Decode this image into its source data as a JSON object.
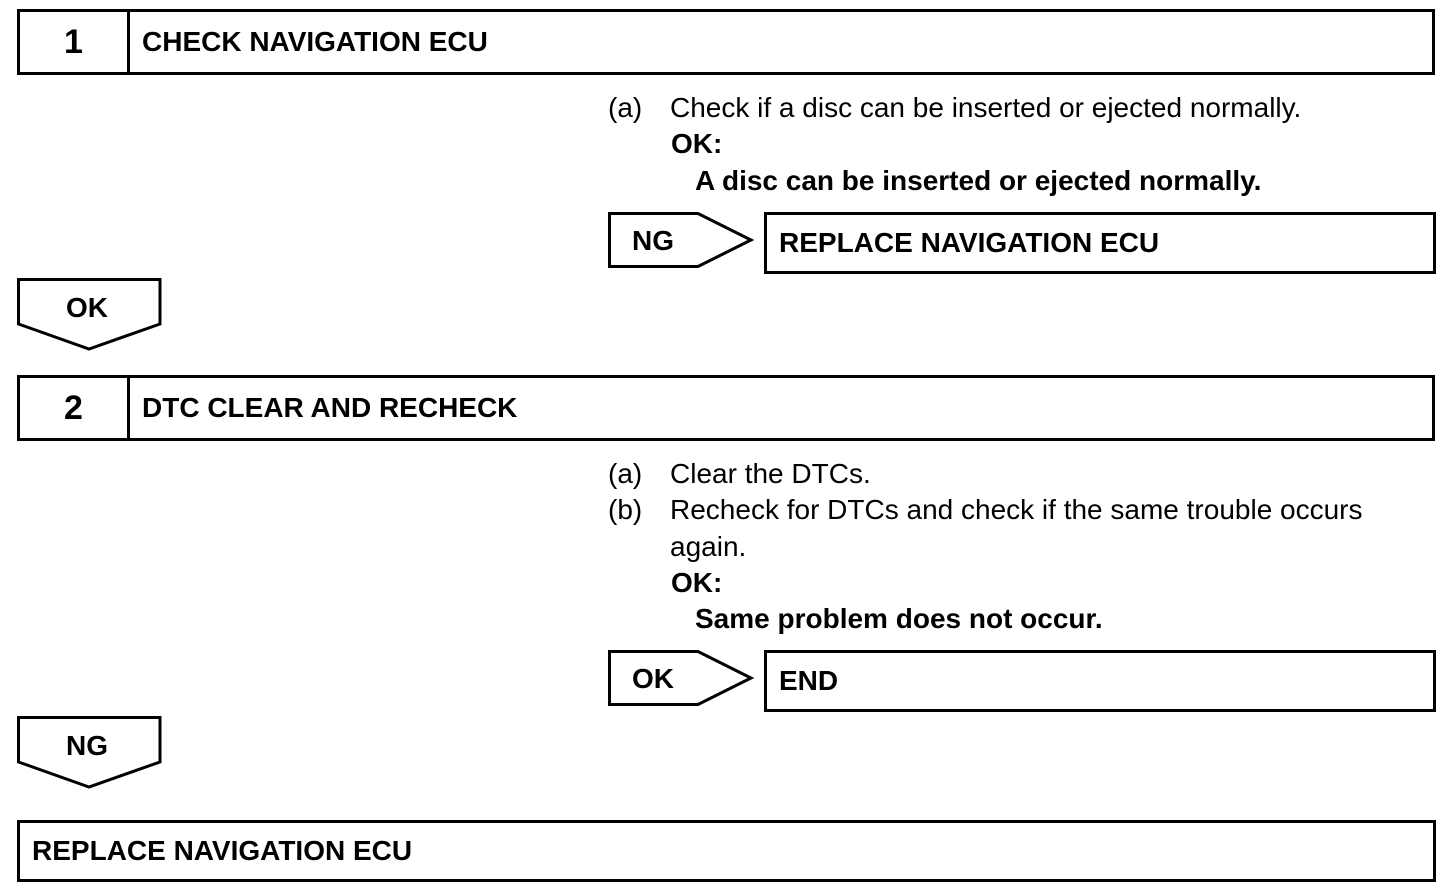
{
  "step1": {
    "number": "1",
    "title": "CHECK NAVIGATION ECU",
    "instructions": [
      {
        "label": "(a)",
        "text": "Check if a disc can be inserted or ejected normally."
      }
    ],
    "ok_label": "OK:",
    "ok_condition": "A disc can be inserted or ejected normally.",
    "branch_label": "NG",
    "branch_result": "REPLACE NAVIGATION ECU",
    "down_label": "OK"
  },
  "step2": {
    "number": "2",
    "title": "DTC CLEAR AND RECHECK",
    "instructions": [
      {
        "label": "(a)",
        "text": "Clear the DTCs."
      },
      {
        "label": "(b)",
        "text": "Recheck for DTCs and check if the same trouble occurs"
      },
      {
        "label": "",
        "text": "again."
      }
    ],
    "ok_label": "OK:",
    "ok_condition": "Same problem does not occur.",
    "branch_label": "OK",
    "branch_result": "END",
    "down_label": "NG"
  },
  "final": {
    "title": "REPLACE NAVIGATION ECU"
  },
  "colors": {
    "line": "#000000",
    "background": "#ffffff"
  }
}
